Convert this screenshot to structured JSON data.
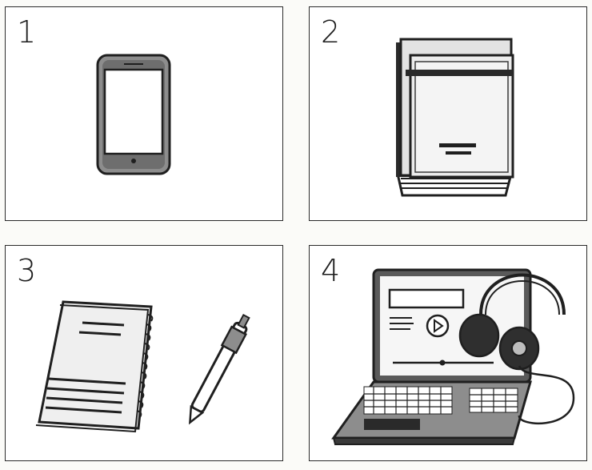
{
  "panels": [
    {
      "number": "1",
      "icon": "smartphone-icon"
    },
    {
      "number": "2",
      "icon": "stacked-books-icon"
    },
    {
      "number": "3",
      "icon": "notebook-and-pen-icon"
    },
    {
      "number": "4",
      "icon": "laptop-with-headphones-icon"
    }
  ],
  "colors": {
    "ink": "#1f1f1f",
    "shade": "#8c8c8c",
    "light_shade": "#cfcfcf",
    "paper": "#ffffff"
  }
}
